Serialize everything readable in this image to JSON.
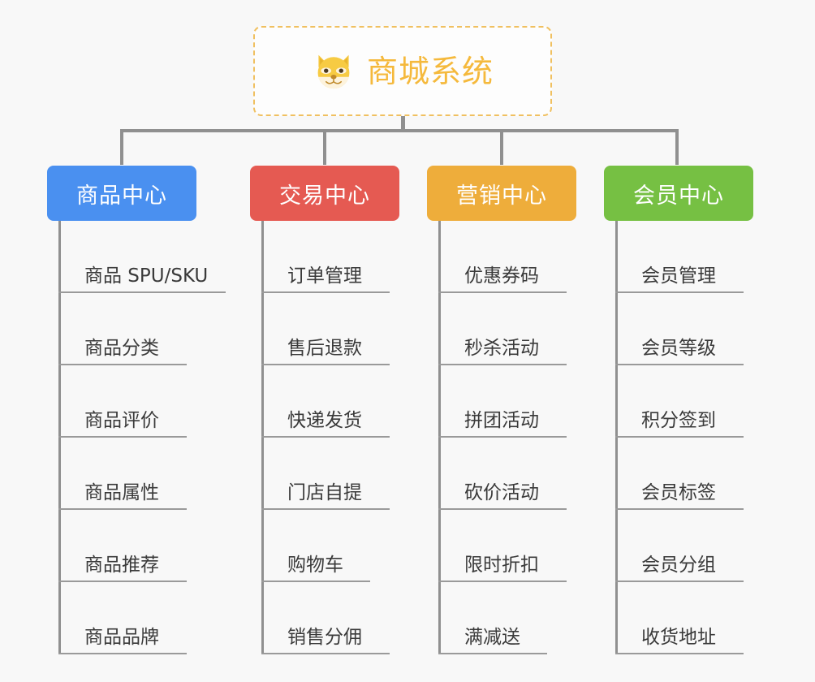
{
  "root": {
    "title": "商城系统",
    "icon": "shiba-dog-icon",
    "border_color": "#f0c060",
    "text_color": "#f5b93c"
  },
  "connector_color": "#909090",
  "background_color": "#f8f8f8",
  "branches": [
    {
      "label": "商品中心",
      "color": "#4a90f0",
      "items": [
        "商品 SPU/SKU",
        "商品分类",
        "商品评价",
        "商品属性",
        "商品推荐",
        "商品品牌"
      ]
    },
    {
      "label": "交易中心",
      "color": "#e55a52",
      "items": [
        "订单管理",
        "售后退款",
        "快递发货",
        "门店自提",
        "购物车",
        "销售分佣"
      ]
    },
    {
      "label": "营销中心",
      "color": "#eead3b",
      "items": [
        "优惠券码",
        "秒杀活动",
        "拼团活动",
        "砍价活动",
        "限时折扣",
        "满减送"
      ]
    },
    {
      "label": "会员中心",
      "color": "#76c043",
      "items": [
        "会员管理",
        "会员等级",
        "积分签到",
        "会员标签",
        "会员分组",
        "收货地址"
      ]
    }
  ]
}
